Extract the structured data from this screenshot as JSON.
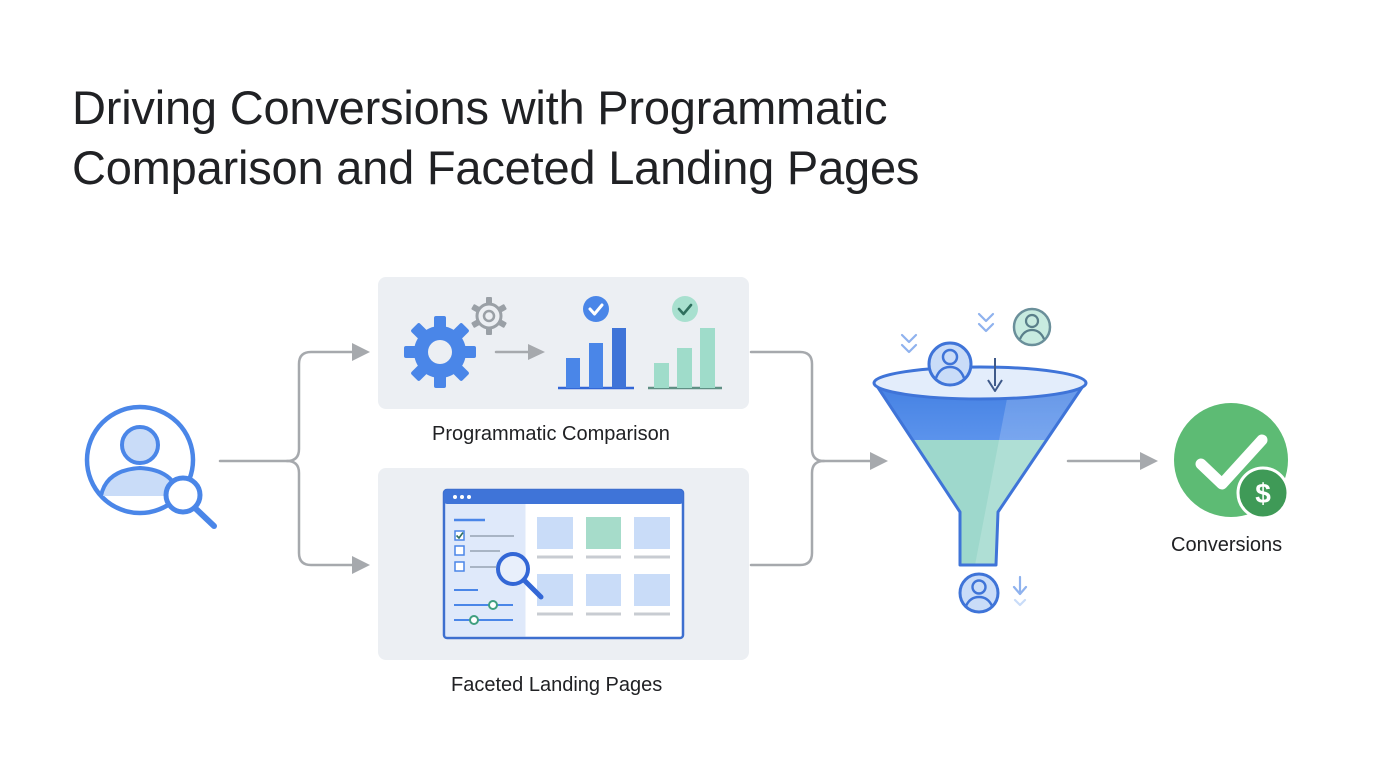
{
  "title": {
    "line1": "Driving Conversions with Programmatic",
    "line2": "Comparison and Faceted Landing Pages"
  },
  "steps": {
    "programmatic": "Programmatic Comparison",
    "faceted": "Faceted Landing Pages",
    "conversions": "Conversions"
  },
  "symbols": {
    "currency": "$"
  },
  "icons": {
    "user": "user-search-icon",
    "gears": "gear-icon",
    "chart_blue": "bar-chart-check-icon",
    "chart_teal": "bar-chart-check-icon",
    "browser": "faceted-browser-icon",
    "funnel": "conversion-funnel-icon",
    "result": "check-dollar-icon"
  },
  "colors": {
    "blue": "#4a86e8",
    "blue_dark": "#3367d6",
    "teal": "#8fd6c3",
    "green": "#5dbb74",
    "connector": "#a6a9ad",
    "panel": "#eceff3"
  }
}
